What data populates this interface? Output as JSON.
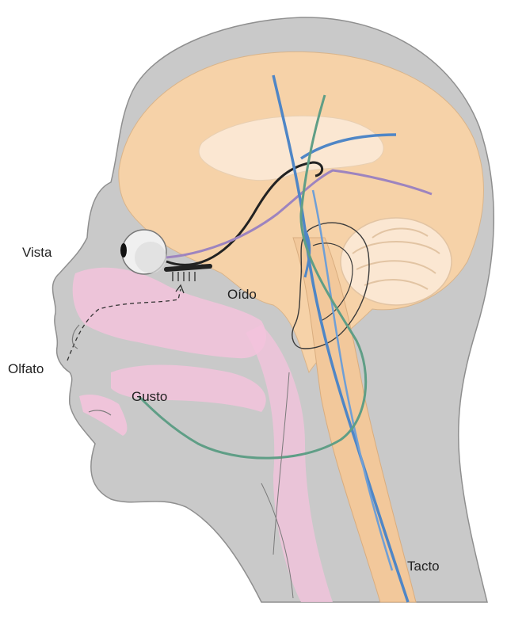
{
  "labels": {
    "vista": "Vista",
    "oido": "Oído",
    "olfato": "Olfato",
    "gusto": "Gusto",
    "tacto": "Tacto"
  },
  "colors": {
    "head": "#c9c9c9",
    "brain": "#f6d2a8",
    "nerve_blue": "#4f86c6",
    "nerve_green": "#5f9e86",
    "nerve_purple": "#9d84bf",
    "nerve_black": "#222222",
    "mucosa_pink": "#f3c3dc"
  }
}
